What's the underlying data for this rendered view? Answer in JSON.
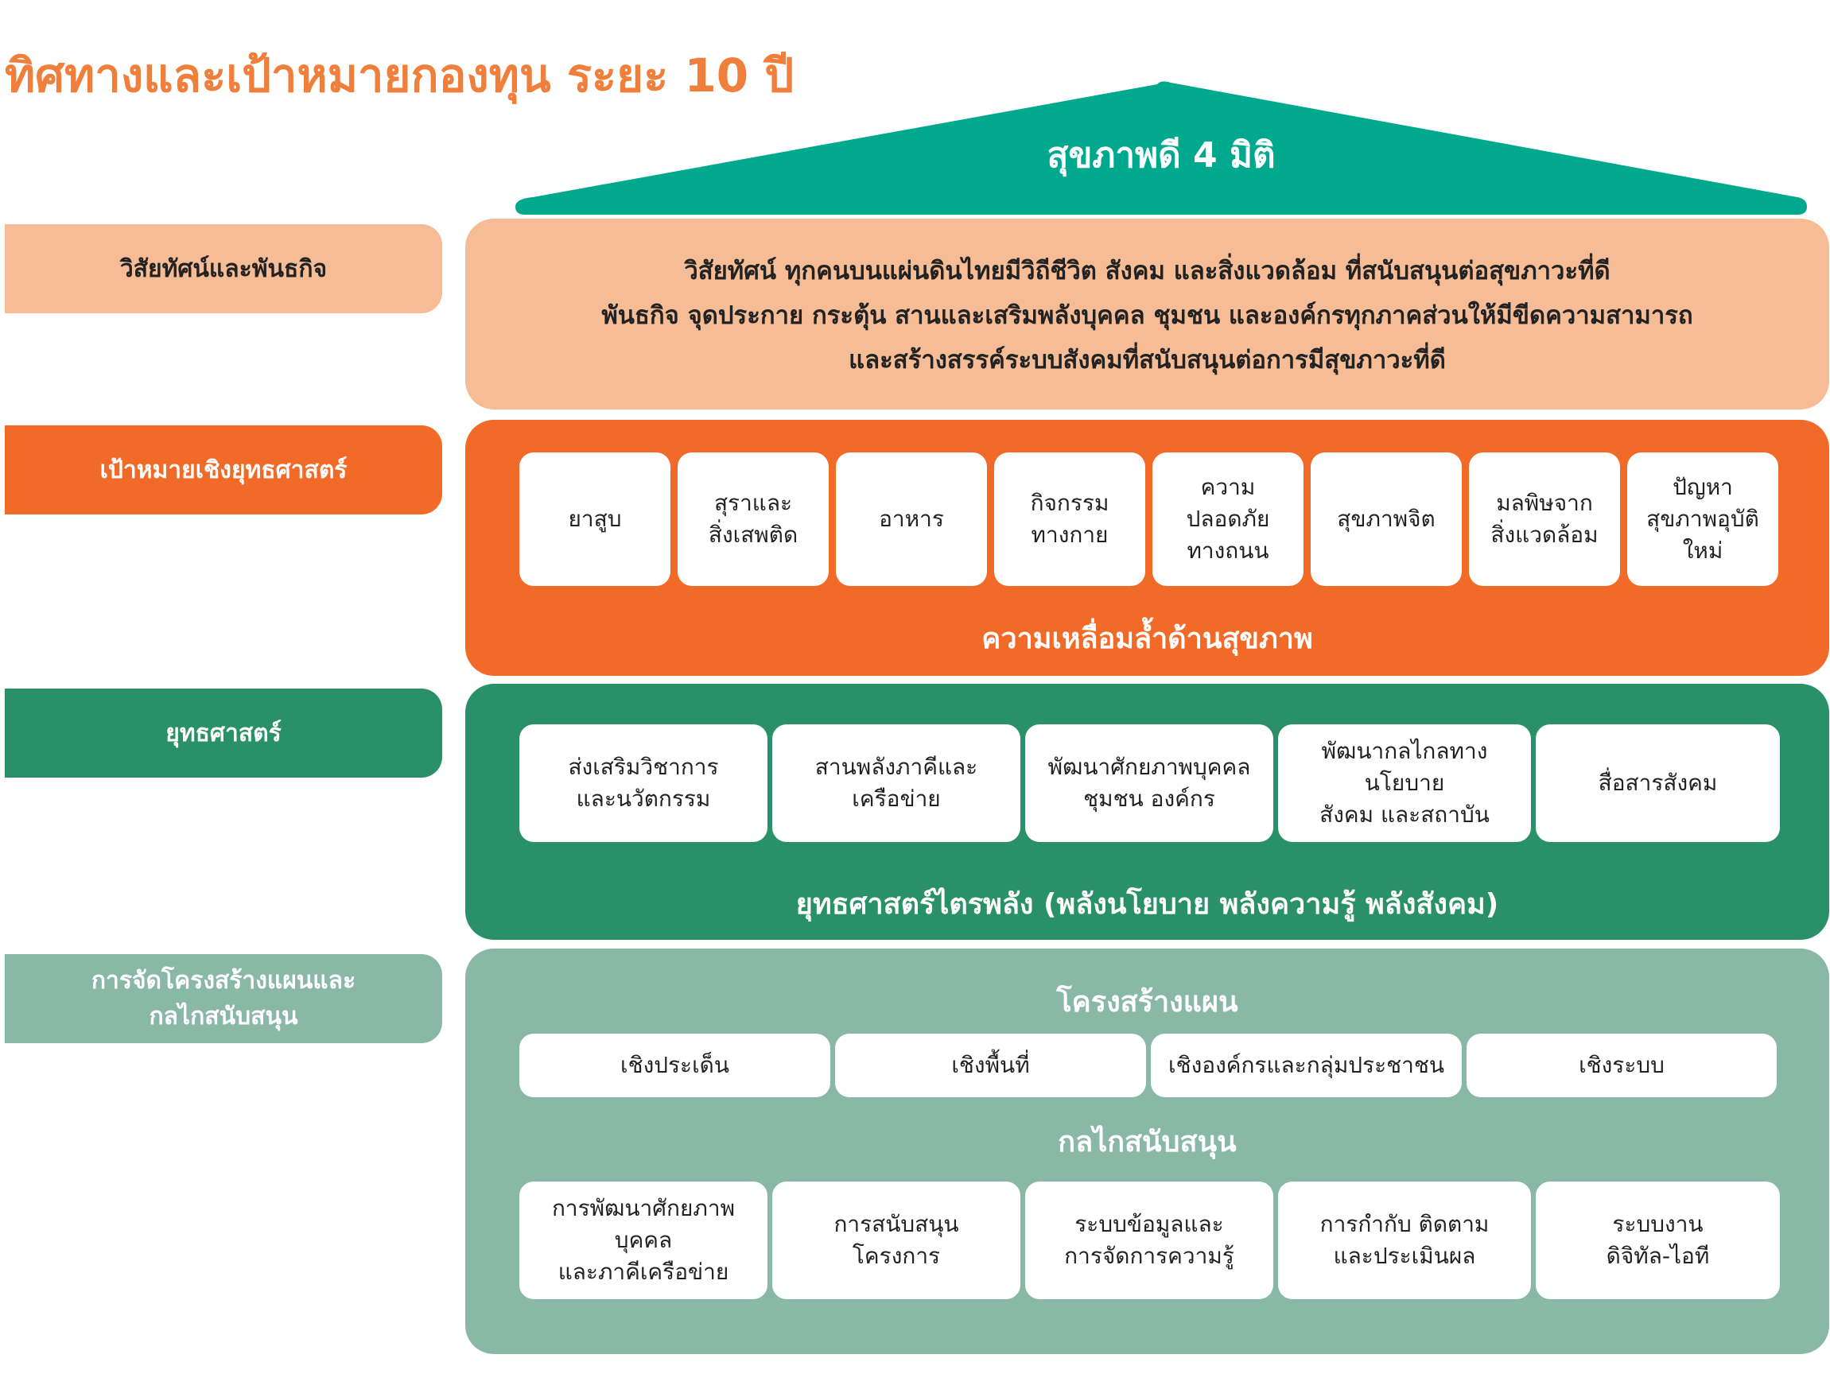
{
  "title": "ทิศทางและเป้าหมายกองทุน ระยะ 10 ปี",
  "roof": {
    "text": "สุขภาพดี 4 มิติ"
  },
  "colors": {
    "title": "#F07F3C",
    "roof": "#00A98E",
    "vision": "#F5BC96",
    "goals": "#F26A27",
    "strategy": "#2A9069",
    "support": "#8AB8A7"
  },
  "rows": {
    "vision": {
      "label": "วิสัยทัศน์และพันธกิจ",
      "lines": [
        "วิสัยทัศน์ ทุกคนบนแผ่นดินไทยมีวิถีชีวิต สังคม และสิ่งแวดล้อม ที่สนับสนุนต่อสุขภาวะที่ดี",
        "พันธกิจ จุดประกาย กระตุ้น สานและเสริมพลังบุคคล ชุมชน และองค์กรทุกภาคส่วนให้มีขีดความสามารถ",
        "และสร้างสรรค์ระบบสังคมที่สนับสนุนต่อการมีสุขภาวะที่ดี"
      ]
    },
    "goals": {
      "label": "เป้าหมายเชิงยุทธศาสตร์",
      "items": [
        "ยาสูบ",
        "สุราและ\nสิ่งเสพติด",
        "อาหาร",
        "กิจกรรม\nทางกาย",
        "ความ\nปลอดภัย\nทางถนน",
        "สุขภาพจิต",
        "มลพิษจาก\nสิ่งแวดล้อม",
        "ปัญหา\nสุขภาพอุบัติ\nใหม่"
      ],
      "caption": "ความเหลื่อมล้ำด้านสุขภาพ"
    },
    "strategy": {
      "label": "ยุทธศาสตร์",
      "items": [
        "ส่งเสริมวิชาการ\nและนวัตกรรม",
        "สานพลังภาคีและ\nเครือข่าย",
        "พัฒนาศักยภาพบุคคล\nชุมชน องค์กร",
        "พัฒนากลไกลทางนโยบาย\nสังคม และสถาบัน",
        "สื่อสารสังคม"
      ],
      "caption": "ยุทธศาสตร์ไตรพลัง (พลังนโยบาย พลังความรู้ พลังสังคม)"
    },
    "support": {
      "label": "การจัดโครงสร้างแผนและ\nกลไกสนับสนุน",
      "structure_title": "โครงสร้างแผน",
      "structure_items": [
        "เชิงประเด็น",
        "เชิงพื้นที่",
        "เชิงองค์กรและกลุ่มประชาชน",
        "เชิงระบบ"
      ],
      "mechanism_title": "กลไกสนับสนุน",
      "mechanism_items": [
        "การพัฒนาศักยภาพบุคคล\nและภาคีเครือข่าย",
        "การสนับสนุน\nโครงการ",
        "ระบบข้อมูลและ\nการจัดการความรู้",
        "การกำกับ ติดตาม\nและประเมินผล",
        "ระบบงาน\nดิจิทัล-ไอที"
      ]
    }
  }
}
